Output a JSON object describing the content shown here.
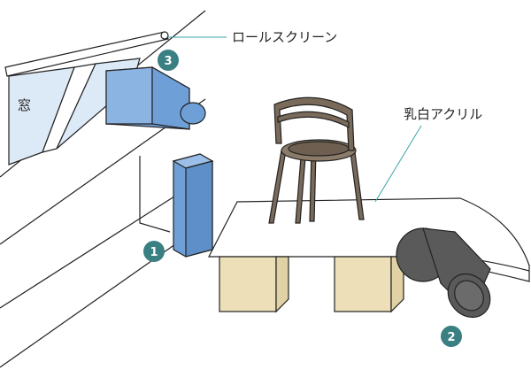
{
  "labels": {
    "roll_screen": "ロールスクリーン",
    "milky_acrylic": "乳白アクリル",
    "window": "窓"
  },
  "markers": [
    "1",
    "2",
    "3"
  ],
  "colors": {
    "marker": "#3a7f82",
    "light_blue": "#6f9fd7",
    "wood_box": "#ede0b9",
    "chair": "#7a6a5a",
    "device_dark": "#5a5a5a",
    "window": "#dce9f6",
    "leader": "#3aa3a8"
  }
}
